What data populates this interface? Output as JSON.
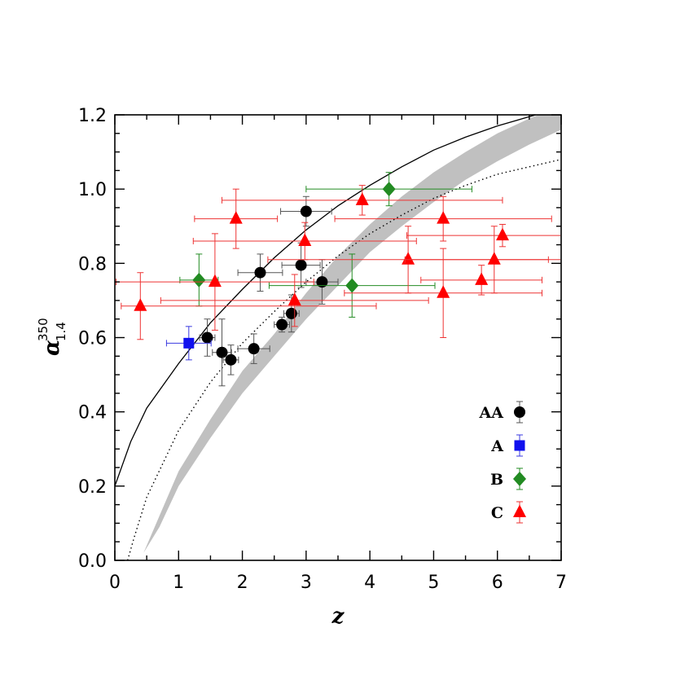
{
  "chart_data": {
    "type": "scatter",
    "title": "",
    "xlabel": "z",
    "ylabel": {
      "symbol": "α",
      "sup": "350",
      "sub": "1.4"
    },
    "xlim": [
      0,
      7
    ],
    "ylim": [
      0.0,
      1.2
    ],
    "x_ticks": [
      "0",
      "1",
      "2",
      "3",
      "4",
      "5",
      "6",
      "7"
    ],
    "y_ticks": [
      "0.0",
      "0.2",
      "0.4",
      "0.6",
      "0.8",
      "1.0",
      "1.2"
    ],
    "grid": false,
    "legend_position": "bottom-right",
    "series": [
      {
        "name": "AA",
        "marker": "circle",
        "color": "#000000",
        "errcolor": "#555555",
        "points": [
          {
            "x": 1.45,
            "y": 0.6,
            "xerr": [
              0.12,
              0.12
            ],
            "yerr": [
              0.05,
              0.05
            ]
          },
          {
            "x": 1.68,
            "y": 0.56,
            "xerr": [
              0.15,
              0.15
            ],
            "yerr": [
              0.09,
              0.09
            ]
          },
          {
            "x": 1.82,
            "y": 0.54,
            "xerr": [
              0.12,
              0.12
            ],
            "yerr": [
              0.04,
              0.04
            ]
          },
          {
            "x": 2.18,
            "y": 0.57,
            "xerr": [
              0.25,
              0.25
            ],
            "yerr": [
              0.04,
              0.04
            ]
          },
          {
            "x": 2.28,
            "y": 0.775,
            "xerr": [
              0.35,
              0.35
            ],
            "yerr": [
              0.05,
              0.05
            ]
          },
          {
            "x": 2.62,
            "y": 0.635,
            "xerr": [
              0.12,
              0.12
            ],
            "yerr": [
              0.02,
              0.02
            ]
          },
          {
            "x": 2.77,
            "y": 0.665,
            "xerr": [
              0.12,
              0.12
            ],
            "yerr": [
              0.05,
              0.05
            ]
          },
          {
            "x": 2.92,
            "y": 0.795,
            "xerr": [
              0.3,
              0.3
            ],
            "yerr": [
              0.06,
              0.06
            ]
          },
          {
            "x": 3.0,
            "y": 0.94,
            "xerr": [
              0.4,
              0.4
            ],
            "yerr": [
              0.04,
              0.04
            ]
          },
          {
            "x": 3.25,
            "y": 0.75,
            "xerr": [
              0.25,
              0.25
            ],
            "yerr": [
              0.06,
              0.06
            ]
          }
        ]
      },
      {
        "name": "A",
        "marker": "square",
        "color": "#1010ee",
        "errcolor": "#3a3ae0",
        "points": [
          {
            "x": 1.16,
            "y": 0.585,
            "xerr": [
              0.35,
              0.35
            ],
            "yerr": [
              0.045,
              0.045
            ]
          }
        ]
      },
      {
        "name": "B",
        "marker": "diamond",
        "color": "#228b22",
        "errcolor": "#228b22",
        "points": [
          {
            "x": 1.32,
            "y": 0.755,
            "xerr": [
              0.3,
              0.3
            ],
            "yerr": [
              0.07,
              0.07
            ]
          },
          {
            "x": 3.72,
            "y": 0.74,
            "xerr": [
              1.3,
              1.3
            ],
            "yerr": [
              0.085,
              0.085
            ]
          },
          {
            "x": 4.3,
            "y": 1.0,
            "xerr": [
              1.3,
              1.3
            ],
            "yerr": [
              0.045,
              0.045
            ]
          }
        ]
      },
      {
        "name": "C",
        "marker": "triangle",
        "color": "#ff0000",
        "errcolor": "#ee3333",
        "points": [
          {
            "x": 0.4,
            "y": 0.685,
            "xerr": [
              0.3,
              3.7
            ],
            "yerr": [
              0.09,
              0.09
            ]
          },
          {
            "x": 1.57,
            "y": 0.75,
            "xerr": [
              1.55,
              1.55
            ],
            "yerr": [
              0.13,
              0.13
            ]
          },
          {
            "x": 1.9,
            "y": 0.92,
            "xerr": [
              0.65,
              0.65
            ],
            "yerr": [
              0.08,
              0.08
            ]
          },
          {
            "x": 2.82,
            "y": 0.7,
            "xerr": [
              2.1,
              2.1
            ],
            "yerr": [
              0.07,
              0.07
            ]
          },
          {
            "x": 2.98,
            "y": 0.86,
            "xerr": [
              1.75,
              1.75
            ],
            "yerr": [
              0.05,
              0.05
            ]
          },
          {
            "x": 3.88,
            "y": 0.97,
            "xerr": [
              2.2,
              2.2
            ],
            "yerr": [
              0.04,
              0.04
            ]
          },
          {
            "x": 4.6,
            "y": 0.81,
            "xerr": [
              2.2,
              2.2
            ],
            "yerr": [
              0.09,
              0.09
            ]
          },
          {
            "x": 5.15,
            "y": 0.72,
            "xerr": [
              1.55,
              1.55
            ],
            "yerr": [
              0.12,
              0.12
            ]
          },
          {
            "x": 5.15,
            "y": 0.92,
            "xerr": [
              1.7,
              1.7
            ],
            "yerr": [
              0.06,
              0.06
            ]
          },
          {
            "x": 5.75,
            "y": 0.755,
            "xerr": [
              0.95,
              0.95
            ],
            "yerr": [
              0.04,
              0.04
            ]
          },
          {
            "x": 5.95,
            "y": 0.81,
            "xerr": [
              1.4,
              1.4
            ],
            "yerr": [
              0.09,
              0.09
            ]
          },
          {
            "x": 6.08,
            "y": 0.875,
            "xerr": [
              1.5,
              1.5
            ],
            "yerr": [
              0.03,
              0.03
            ]
          }
        ]
      }
    ],
    "curves": [
      {
        "style": "solid",
        "color": "#000000",
        "points": [
          [
            0.0,
            0.2
          ],
          [
            0.25,
            0.32
          ],
          [
            0.5,
            0.41
          ],
          [
            1.0,
            0.53
          ],
          [
            1.5,
            0.64
          ],
          [
            2.0,
            0.73
          ],
          [
            2.5,
            0.815
          ],
          [
            3.0,
            0.89
          ],
          [
            3.5,
            0.955
          ],
          [
            4.0,
            1.01
          ],
          [
            4.5,
            1.06
          ],
          [
            5.0,
            1.105
          ],
          [
            5.5,
            1.14
          ],
          [
            6.0,
            1.17
          ],
          [
            6.5,
            1.195
          ],
          [
            7.0,
            1.22
          ]
        ]
      },
      {
        "style": "dotted",
        "color": "#000000",
        "points": [
          [
            0.2,
            0.0
          ],
          [
            0.3,
            0.06
          ],
          [
            0.5,
            0.17
          ],
          [
            1.0,
            0.35
          ],
          [
            1.5,
            0.48
          ],
          [
            2.0,
            0.585
          ],
          [
            2.5,
            0.67
          ],
          [
            3.0,
            0.75
          ],
          [
            3.5,
            0.82
          ],
          [
            4.0,
            0.88
          ],
          [
            4.5,
            0.93
          ],
          [
            5.0,
            0.975
          ],
          [
            5.5,
            1.01
          ],
          [
            6.0,
            1.04
          ],
          [
            6.5,
            1.06
          ],
          [
            7.0,
            1.08
          ]
        ]
      }
    ],
    "band": {
      "color": "#c0c0c0",
      "upper": [
        [
          0.45,
          0.02
        ],
        [
          0.7,
          0.12
        ],
        [
          1.0,
          0.24
        ],
        [
          1.5,
          0.38
        ],
        [
          2.0,
          0.51
        ],
        [
          2.5,
          0.61
        ],
        [
          3.0,
          0.72
        ],
        [
          3.5,
          0.82
        ],
        [
          4.0,
          0.905
        ],
        [
          4.5,
          0.98
        ],
        [
          5.0,
          1.045
        ],
        [
          5.5,
          1.1
        ],
        [
          6.0,
          1.15
        ],
        [
          6.5,
          1.19
        ],
        [
          7.0,
          1.225
        ]
      ],
      "lower": [
        [
          0.45,
          0.02
        ],
        [
          0.7,
          0.09
        ],
        [
          1.0,
          0.2
        ],
        [
          1.5,
          0.33
        ],
        [
          2.0,
          0.45
        ],
        [
          2.5,
          0.55
        ],
        [
          3.0,
          0.65
        ],
        [
          3.5,
          0.74
        ],
        [
          4.0,
          0.83
        ],
        [
          4.5,
          0.9
        ],
        [
          5.0,
          0.965
        ],
        [
          5.5,
          1.025
        ],
        [
          6.0,
          1.075
        ],
        [
          6.5,
          1.12
        ],
        [
          7.0,
          1.16
        ]
      ]
    }
  }
}
